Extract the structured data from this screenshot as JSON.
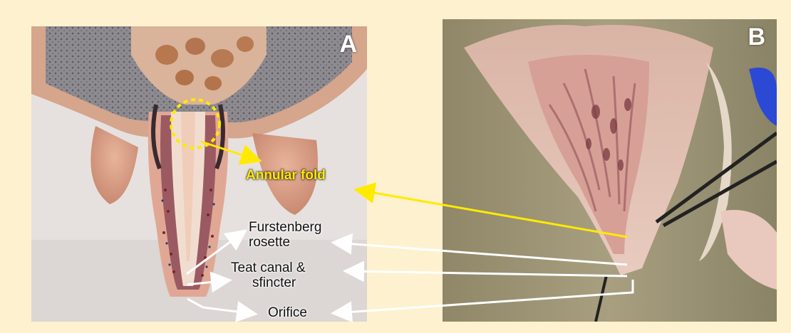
{
  "panels": [
    {
      "letter": "A"
    },
    {
      "letter": "B"
    }
  ],
  "labels": {
    "annular_fold": "Annular fold",
    "furstenberg_line1": "Furstenberg",
    "furstenberg_line2": "rosette",
    "teat_canal_line1": "Teat canal &",
    "teat_canal_line2": "sfincter",
    "orifice": "Orifice"
  },
  "colors": {
    "background": "#fdf1cf",
    "annular_fold_arrow": "#ffea00",
    "pointer_arrows": "#ffffff",
    "highlight_circle": "#ffea00"
  }
}
